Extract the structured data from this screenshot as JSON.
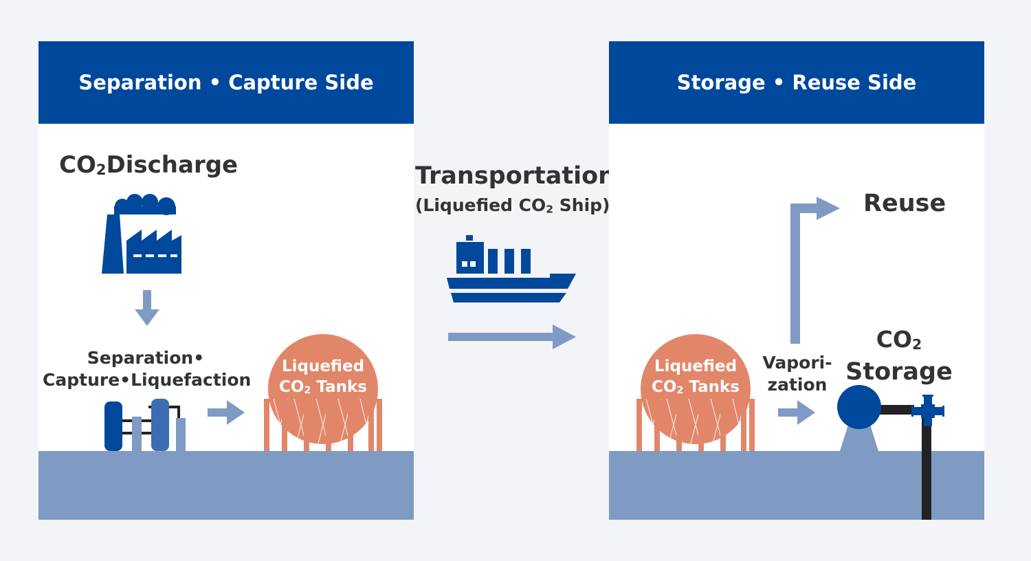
{
  "left_panel": {
    "header": "Separation • Capture Side",
    "discharge_label": "CO",
    "discharge_sub": "2",
    "discharge_rest": "Discharge",
    "process_line1": "Separation•",
    "process_line2": "Capture•Liquefaction",
    "tank_line1": "Liquefied",
    "tank_line2_a": "CO",
    "tank_line2_sub": "2",
    "tank_line2_b": " Tanks"
  },
  "center": {
    "title": "Transportation",
    "subtitle_a": "(Liquefied CO",
    "subtitle_sub": "2",
    "subtitle_b": " Ship)"
  },
  "right_panel": {
    "header": "Storage • Reuse Side",
    "reuse_label": "Reuse",
    "vapor_line1": "Vapori-",
    "vapor_line2": "zation",
    "storage_line1": "CO",
    "storage_line1_sub": "2",
    "storage_line2": "Storage",
    "tank_line1": "Liquefied",
    "tank_line2_a": "CO",
    "tank_line2_sub": "2",
    "tank_line2_b": " Tanks"
  },
  "colors": {
    "brand_blue": "#00489c",
    "arrow_blue": "#7f9bc4",
    "tank_orange": "#e2866a",
    "ground": "#7f9bc4",
    "background": "#f2f4f7"
  },
  "icons": [
    "factory-icon",
    "down-arrow-icon",
    "separation-equipment-icon",
    "right-arrow-icon",
    "spherical-tank-icon",
    "ship-icon",
    "long-right-arrow-icon",
    "up-right-arrow-icon",
    "storage-pump-icon",
    "valve-icon"
  ]
}
